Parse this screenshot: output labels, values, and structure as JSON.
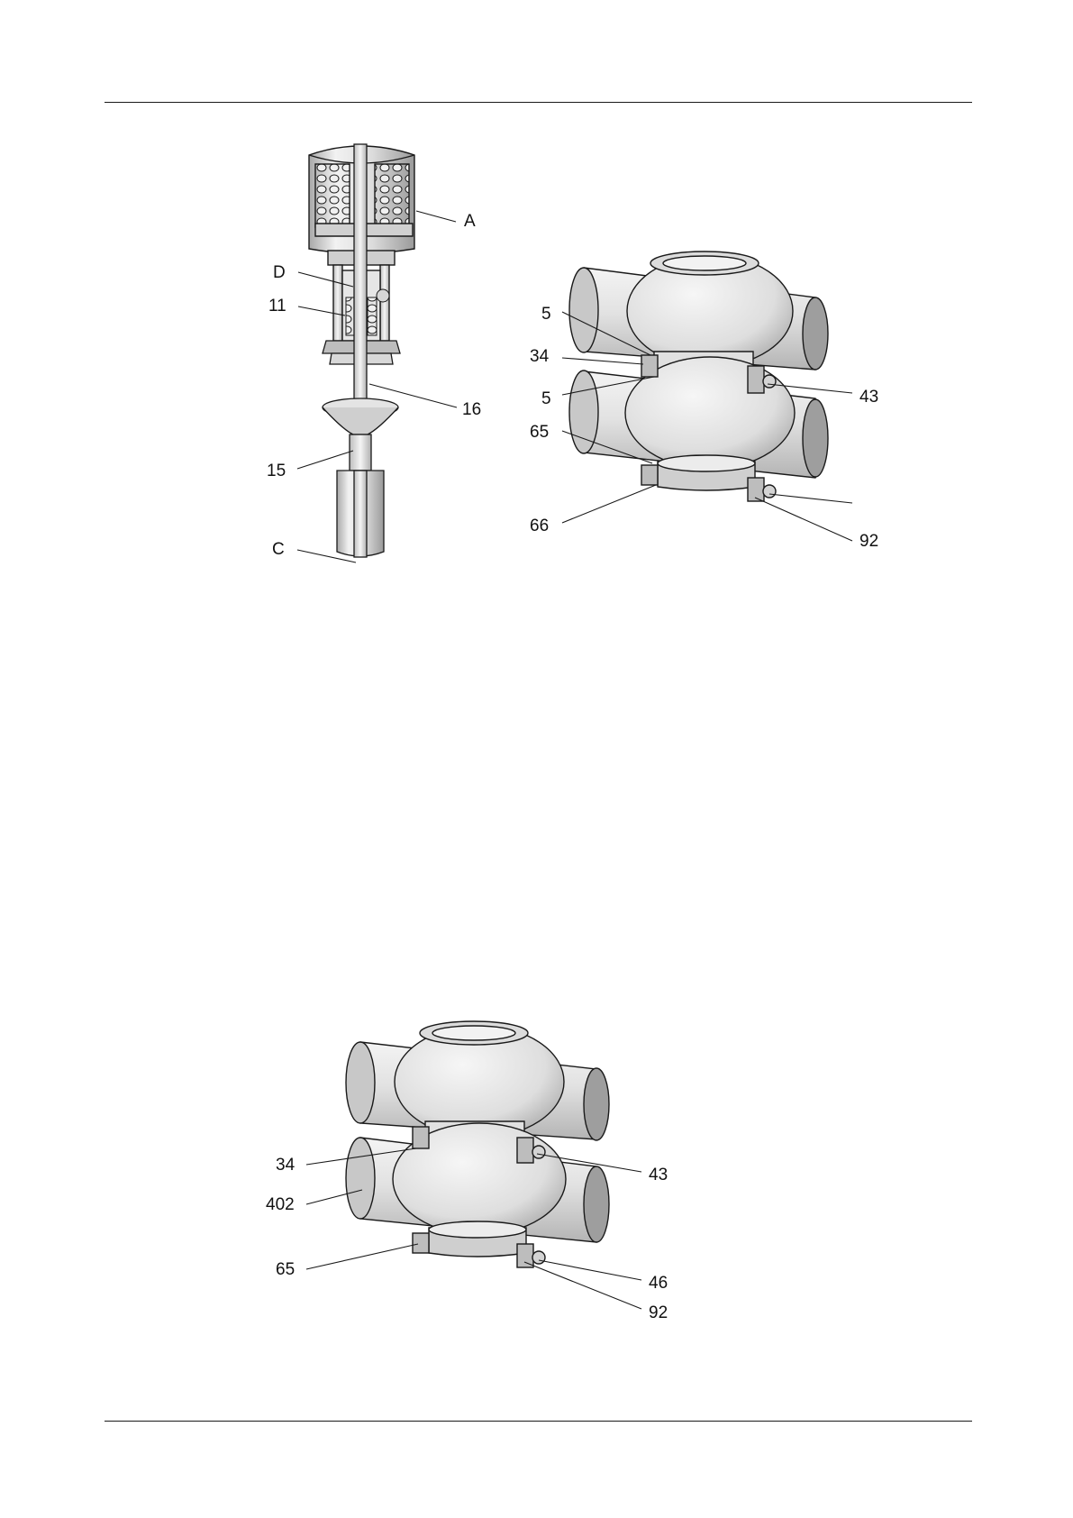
{
  "figure1": {
    "labels": {
      "A": "A",
      "D": "D",
      "n11": "11",
      "n16": "16",
      "n15": "15",
      "C": "C"
    }
  },
  "figure2": {
    "labels": {
      "n5a": "5",
      "n34": "34",
      "n5b": "5",
      "n43": "43",
      "n65": "65",
      "n66": "66",
      "n92": "92"
    }
  },
  "figure3": {
    "labels": {
      "n34": "34",
      "n43": "43",
      "n402": "402",
      "n65": "65",
      "n46": "46",
      "n92": "92"
    }
  },
  "colors": {
    "line": "#1a1a1a",
    "metal_light": "#e8e8e8",
    "metal_mid": "#c4c4c4",
    "metal_dark": "#8a8a8a"
  }
}
